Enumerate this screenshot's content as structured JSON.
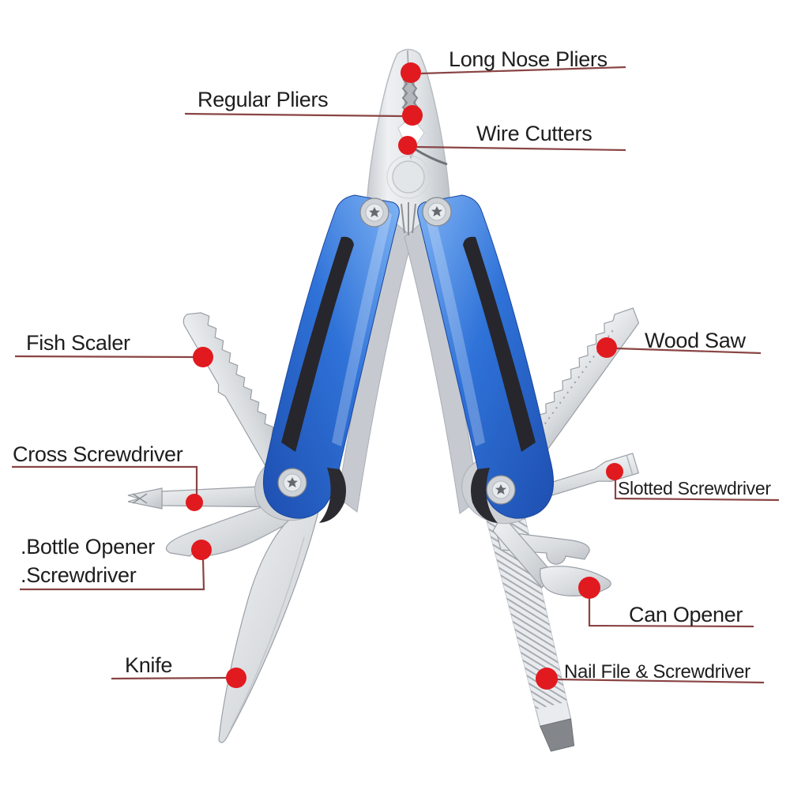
{
  "image": {
    "type": "annotated-product-diagram",
    "subject": "Blue stainless-steel folding multi-tool pliers with fold-out tools, parts labeled with red dots and leader lines",
    "background": "#ffffff"
  },
  "colors": {
    "callout_dot": "#e11a1f",
    "leader_line": "#8a4444",
    "label_text": "#1e1e1e",
    "handle_blue": "#2f72d8",
    "handle_blue_light": "#7fb3f4",
    "handle_blue_dark": "#1e4fb0",
    "grip_black": "#26262c",
    "steel_light": "#eef0f2",
    "steel_mid": "#c9cdd2",
    "steel_dark": "#9aa0a7"
  },
  "callouts": {
    "long_nose_pliers": "Long Nose Pliers",
    "regular_pliers": "Regular Pliers",
    "wire_cutters": "Wire Cutters",
    "fish_scaler": "Fish Scaler",
    "cross_screwdriver": "Cross Screwdriver",
    "bottle_opener": ".Bottle Opener",
    "screwdriver": ".Screwdriver",
    "knife": "Knife",
    "wood_saw": "Wood Saw",
    "slotted_screwdriver": "Slotted Screwdriver",
    "can_opener": "Can Opener",
    "nail_file_screwdriver": "Nail File & Screwdriver"
  }
}
